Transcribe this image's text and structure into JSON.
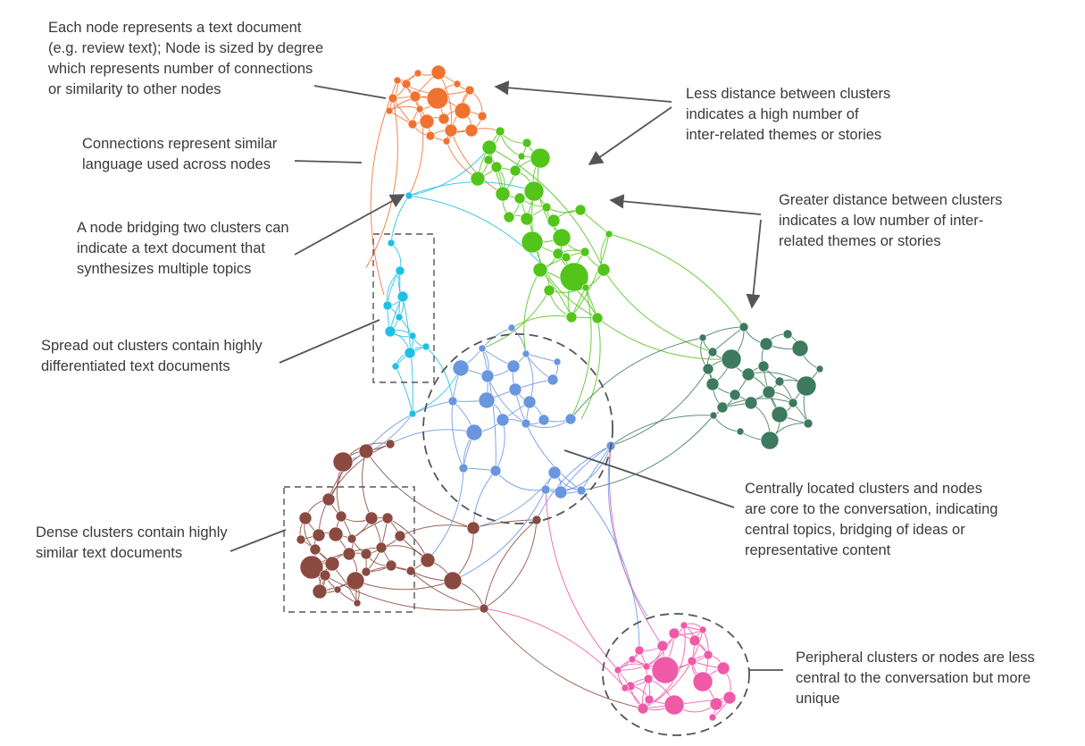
{
  "colors": {
    "orange": "#f07230",
    "green": "#52c41a",
    "cyan": "#1ec0e6",
    "blue": "#6a96e0",
    "teal": "#3d7a5e",
    "brown": "#8a4a40",
    "pink": "#ee5aa8",
    "arrow": "#555555",
    "dash": "#555555",
    "text": "#3a3a3a"
  },
  "annotations": {
    "node_sizing": [
      "Each node represents a text document",
      "(e.g. review text); Node is sized by degree",
      "which represents number of connections",
      "or similarity to other nodes"
    ],
    "connections": [
      "Connections represent similar",
      "language used across nodes"
    ],
    "bridging": [
      "A node bridging two clusters can",
      "indicate a text document that",
      "synthesizes multiple topics"
    ],
    "spread": [
      "Spread out clusters contain highly",
      "differentiated text documents"
    ],
    "dense": [
      "Dense clusters contain highly",
      "similar text documents"
    ],
    "less_distance": [
      "Less distance between clusters",
      "indicates a high number of",
      "inter-related themes or stories"
    ],
    "greater_distance": [
      "Greater distance between clusters",
      "indicates a low number of inter-",
      "related themes or stories"
    ],
    "central": [
      "Centrally located clusters and nodes",
      "are core to the conversation, indicating",
      "central topics, bridging of ideas or",
      "representative content"
    ],
    "peripheral": [
      "Peripheral clusters or nodes are less",
      "central to the conversation but more",
      "unique"
    ]
  }
}
